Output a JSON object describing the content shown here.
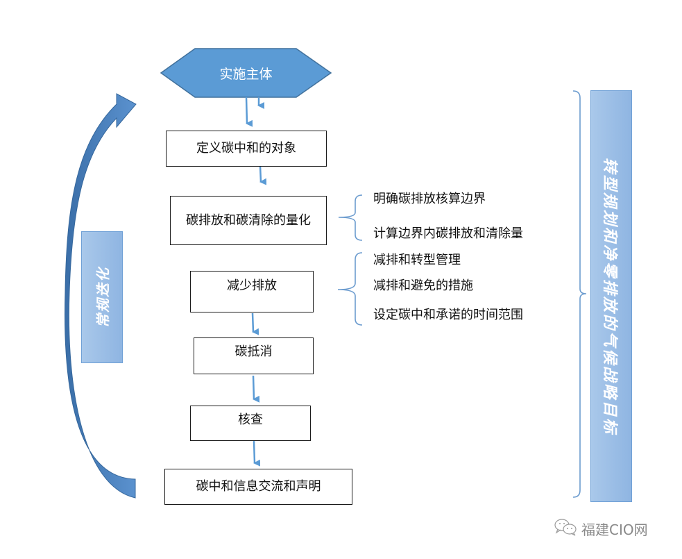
{
  "header": {
    "title": "实施主体"
  },
  "steps": [
    {
      "label": "定义碳中和的对象"
    },
    {
      "label": "碳排放和碳清除的量化"
    },
    {
      "label": "减少排放"
    },
    {
      "label": "碳抵消"
    },
    {
      "label": "核查"
    },
    {
      "label": "碳中和信息交流和声明"
    }
  ],
  "notes": {
    "quantification": [
      "明确碳排放核算边界",
      "计算边界内碳排放和清除量"
    ],
    "reduction": [
      "减排和转型管理",
      "减排和避免的措施",
      "设定碳中和承诺的时间范围"
    ]
  },
  "left_panel": {
    "label": "常规迭化"
  },
  "right_panel": {
    "label": "转型规划和净零排放的气候战略目标"
  },
  "watermark": {
    "icon": "wechat-icon",
    "text": "福建CIO网"
  },
  "colors": {
    "hexagon_fill": "#5b9bd5",
    "hexagon_stroke": "#41719c",
    "arrow": "#5b9bd5",
    "curve_arrow": "#3e75b0",
    "brace": "#6c9ccf",
    "panel_fill": "#9ec0e7"
  }
}
